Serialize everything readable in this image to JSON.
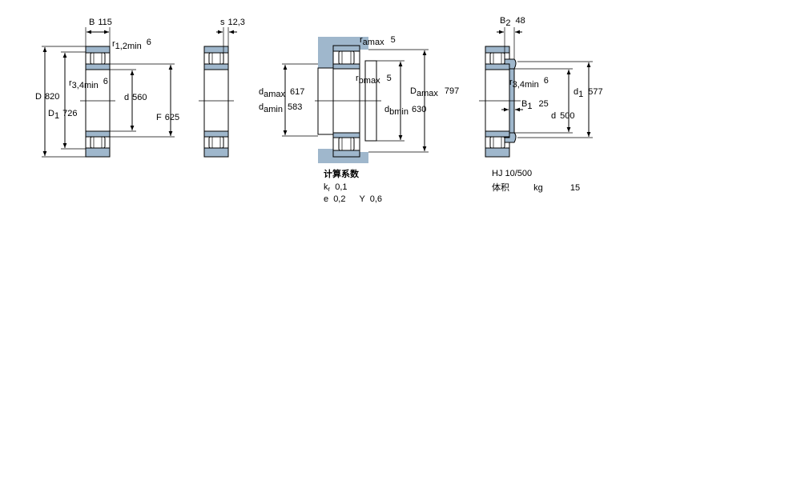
{
  "view1": {
    "B": {
      "sym": "B",
      "val": "115"
    },
    "r12": {
      "sym": "r",
      "sub": "1,2min",
      "val": "6"
    },
    "r34": {
      "sym": "r",
      "sub": "3,4min",
      "val": "6"
    },
    "D": {
      "sym": "D",
      "val": "820"
    },
    "D1": {
      "sym": "D",
      "sub": "1",
      "val": "726"
    },
    "d": {
      "sym": "d",
      "val": "560"
    },
    "F": {
      "sym": "F",
      "val": "625"
    }
  },
  "view2": {
    "s": {
      "sym": "s",
      "val": "12,3"
    }
  },
  "view3": {
    "ra": {
      "sym": "r",
      "sub": "amax",
      "val": "5"
    },
    "rb": {
      "sym": "r",
      "sub": "bmax",
      "val": "5"
    },
    "damax": {
      "sym": "d",
      "sub": "amax",
      "val": "617"
    },
    "damin": {
      "sym": "d",
      "sub": "amin",
      "val": "583"
    },
    "Da": {
      "sym": "D",
      "sub": "amax",
      "val": "797"
    },
    "db": {
      "sym": "d",
      "sub": "bmin",
      "val": "630"
    }
  },
  "view4": {
    "B2": {
      "sym": "B",
      "sub": "2",
      "val": "48"
    },
    "r34": {
      "sym": "r",
      "sub": "3,4min",
      "val": "6"
    },
    "B1": {
      "sym": "B",
      "sub": "1",
      "val": "25"
    },
    "d1": {
      "sym": "d",
      "sub": "1",
      "val": "577"
    },
    "d": {
      "sym": "d",
      "val": "500"
    }
  },
  "calc": {
    "title": "计算系数",
    "kr": {
      "sym": "k",
      "sub": "r",
      "val": "0,1"
    },
    "e": {
      "sym": "e",
      "val": "0,2"
    },
    "Y": {
      "sym": "Y",
      "val": "0,6"
    }
  },
  "ring": {
    "designation": "HJ 10/500",
    "mass_label": "体积",
    "mass_unit": "kg",
    "mass_value": "15"
  },
  "colors": {
    "fill_blue": "#9fb7cc",
    "line": "#000000",
    "background": "#ffffff"
  }
}
